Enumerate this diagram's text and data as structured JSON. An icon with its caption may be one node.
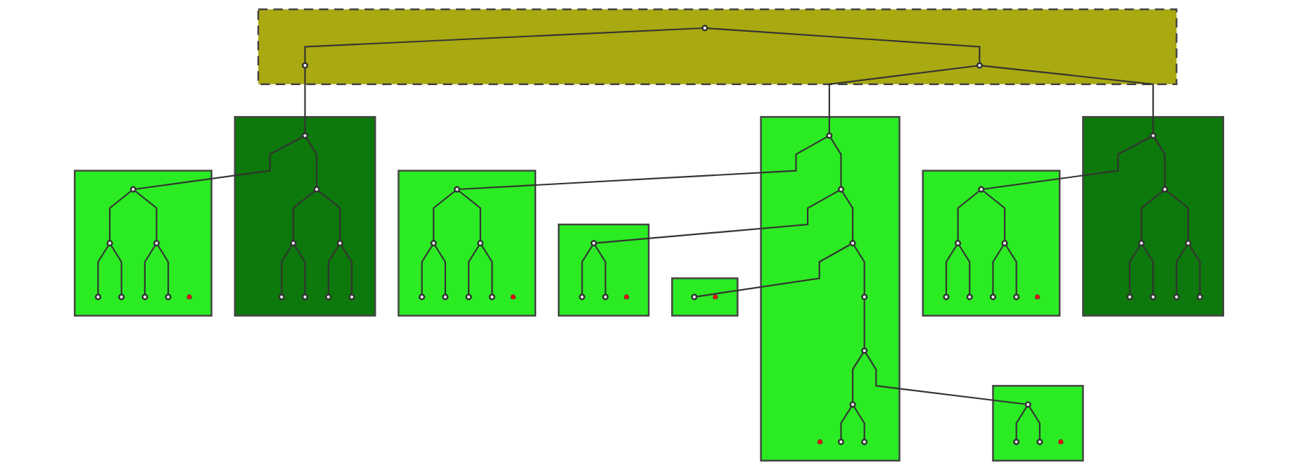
{
  "diagram": {
    "nodes": [
      {
        "text": [],
        "shape": "box"
      },
      {
        "text": [],
        "shape": "circle",
        "in": 0
      },
      {
        "text": [],
        "shape": "circle",
        "in": 0
      },
      {
        "text": [],
        "shape": "circle",
        "in": 0
      },
      {
        "text": [],
        "shape": "box"
      },
      {
        "text": [],
        "shape": "circle",
        "in": 4
      },
      {
        "text": [],
        "shape": "circle",
        "in": 4
      },
      {
        "text": [],
        "shape": "circle",
        "in": 4
      },
      {
        "text": [],
        "shape": "circle",
        "in": 4
      },
      {
        "text": [],
        "shape": "circle",
        "in": 4
      },
      {
        "text": [],
        "shape": "circle",
        "in": 4
      },
      {
        "text": [],
        "shape": "circle",
        "in": 4
      },
      {
        "text": [],
        "shape": "circle",
        "in": 4
      },
      {
        "text": [],
        "shape": "box"
      },
      {
        "text": [],
        "shape": "circle",
        "in": 13
      },
      {
        "text": [],
        "shape": "circle",
        "in": 13
      },
      {
        "text": [],
        "shape": "circle",
        "in": 13
      },
      {
        "text": [],
        "shape": "circle",
        "in": 13
      },
      {
        "text": [],
        "shape": "circle",
        "in": 13
      },
      {
        "text": [],
        "shape": "circle",
        "in": 13
      },
      {
        "text": [],
        "shape": "circle",
        "in": 13
      },
      {
        "text": [],
        "shape": "circle",
        "in": 13
      },
      {
        "text": [],
        "shape": "box"
      },
      {
        "text": [],
        "shape": "circle",
        "in": 22
      },
      {
        "text": [],
        "shape": "circle",
        "in": 22
      },
      {
        "text": [],
        "shape": "circle",
        "in": 22
      },
      {
        "text": [],
        "shape": "circle",
        "in": 22
      },
      {
        "text": [],
        "shape": "circle",
        "in": 22
      },
      {
        "text": [],
        "shape": "circle",
        "in": 22
      },
      {
        "text": [],
        "shape": "circle",
        "in": 22
      },
      {
        "text": [],
        "shape": "circle",
        "in": 22
      },
      {
        "text": [],
        "shape": "circle",
        "in": 22
      },
      {
        "text": [],
        "shape": "box"
      },
      {
        "text": [],
        "shape": "circle",
        "in": 32
      },
      {
        "text": [],
        "shape": "circle",
        "in": 32
      },
      {
        "text": [],
        "shape": "box"
      },
      {
        "text": [],
        "shape": "circle",
        "in": 35
      },
      {
        "text": [],
        "shape": "circle",
        "in": 35
      },
      {
        "text": [],
        "shape": "circle",
        "in": 35
      },
      {
        "text": [],
        "shape": "circle",
        "in": 35
      },
      {
        "text": [],
        "shape": "box"
      },
      {
        "text": [],
        "shape": "circle",
        "in": 40
      },
      {
        "text": [],
        "shape": "circle",
        "in": 40
      },
      {
        "text": [],
        "shape": "circle",
        "in": 40
      },
      {
        "text": [],
        "shape": "circle",
        "in": 40
      },
      {
        "text": [],
        "shape": "box"
      },
      {
        "text": [],
        "shape": "circle",
        "in": 45
      },
      {
        "text": [],
        "shape": "circle",
        "in": 45
      },
      {
        "text": [],
        "shape": "circle",
        "in": 45
      },
      {
        "text": [],
        "shape": "circle",
        "in": 45
      },
      {
        "text": [],
        "shape": "circle",
        "in": 45
      },
      {
        "text": [],
        "shape": "circle",
        "in": 45
      },
      {
        "text": [],
        "shape": "circle",
        "in": 45
      },
      {
        "text": [],
        "shape": "circle",
        "in": 45
      },
      {
        "text": [],
        "shape": "box"
      },
      {
        "text": [],
        "shape": "circle",
        "in": 54
      },
      {
        "text": [],
        "shape": "circle",
        "in": 54
      },
      {
        "text": [],
        "shape": "circle",
        "in": 54
      },
      {
        "text": [],
        "shape": "circle",
        "in": 54
      },
      {
        "text": [],
        "shape": "circle",
        "in": 54
      },
      {
        "text": [],
        "shape": "circle",
        "in": 54
      },
      {
        "text": [],
        "shape": "circle",
        "in": 54
      },
      {
        "text": [],
        "shape": "circle",
        "in": 54
      },
      {
        "text": [],
        "shape": "box"
      },
      {
        "text": [],
        "shape": "circle",
        "in": 63
      },
      {
        "text": [],
        "shape": "circle",
        "in": 63
      },
      {
        "text": [],
        "shape": "circle",
        "in": 63
      },
      {
        "text": [],
        "shape": "circle",
        "in": 63
      },
      {
        "text": [],
        "shape": "circle",
        "in": 63
      },
      {
        "text": [],
        "shape": "circle",
        "in": 63
      },
      {
        "text": [],
        "shape": "circle",
        "in": 63
      },
      {
        "text": [],
        "shape": "circle",
        "in": 63
      }
    ],
    "edges": [
      {
        "from": 1,
        "to": 2,
        "arrow": "none"
      },
      {
        "from": 1,
        "to": 3,
        "arrow": "none"
      },
      {
        "from": 2,
        "to": 5,
        "arrow": "none"
      },
      {
        "from": 2,
        "to": 23,
        "arrow": "none"
      },
      {
        "from": 3,
        "to": 55,
        "arrow": "none"
      },
      {
        "from": 5,
        "to": 6,
        "arrow": "none"
      },
      {
        "from": 5,
        "to": 14,
        "arrow": "none"
      },
      {
        "from": 6,
        "to": 7,
        "arrow": "none"
      },
      {
        "from": 6,
        "to": 8,
        "arrow": "none"
      },
      {
        "from": 7,
        "to": 9,
        "arrow": "none"
      },
      {
        "from": 7,
        "to": 10,
        "arrow": "none"
      },
      {
        "from": 8,
        "to": 11,
        "arrow": "none"
      },
      {
        "from": 8,
        "to": 12,
        "arrow": "none"
      },
      {
        "from": 14,
        "to": 15,
        "arrow": "none"
      },
      {
        "from": 14,
        "to": 16,
        "arrow": "none"
      },
      {
        "from": 15,
        "to": 17,
        "arrow": "none"
      },
      {
        "from": 15,
        "to": 18,
        "arrow": "none"
      },
      {
        "from": 16,
        "to": 19,
        "arrow": "none"
      },
      {
        "from": 16,
        "to": 20,
        "arrow": "none"
      },
      {
        "from": 23,
        "to": 24,
        "arrow": "none"
      },
      {
        "from": 23,
        "to": 46,
        "arrow": "none"
      },
      {
        "from": 24,
        "to": 25,
        "arrow": "none"
      },
      {
        "from": 24,
        "to": 36,
        "arrow": "none"
      },
      {
        "from": 25,
        "to": 26,
        "arrow": "none"
      },
      {
        "from": 25,
        "to": 33,
        "arrow": "none"
      },
      {
        "from": 26,
        "to": 27,
        "arrow": "none"
      },
      {
        "from": 27,
        "to": 28,
        "arrow": "none"
      },
      {
        "from": 27,
        "to": 41,
        "arrow": "none"
      },
      {
        "from": 28,
        "to": 30,
        "arrow": "none"
      },
      {
        "from": 28,
        "to": 31,
        "arrow": "none"
      },
      {
        "from": 41,
        "to": 42,
        "arrow": "none"
      },
      {
        "from": 41,
        "to": 43,
        "arrow": "none"
      },
      {
        "from": 36,
        "to": 37,
        "arrow": "none"
      },
      {
        "from": 36,
        "to": 38,
        "arrow": "none"
      },
      {
        "from": 46,
        "to": 47,
        "arrow": "none"
      },
      {
        "from": 46,
        "to": 48,
        "arrow": "none"
      },
      {
        "from": 47,
        "to": 49,
        "arrow": "none"
      },
      {
        "from": 47,
        "to": 50,
        "arrow": "none"
      },
      {
        "from": 48,
        "to": 51,
        "arrow": "none"
      },
      {
        "from": 48,
        "to": 52,
        "arrow": "none"
      },
      {
        "from": 55,
        "to": 56,
        "arrow": "none"
      },
      {
        "from": 55,
        "to": 64,
        "arrow": "none"
      },
      {
        "from": 56,
        "to": 57,
        "arrow": "none"
      },
      {
        "from": 56,
        "to": 58,
        "arrow": "none"
      },
      {
        "from": 57,
        "to": 59,
        "arrow": "none"
      },
      {
        "from": 57,
        "to": 60,
        "arrow": "none"
      },
      {
        "from": 58,
        "to": 61,
        "arrow": "none"
      },
      {
        "from": 58,
        "to": 62,
        "arrow": "none"
      },
      {
        "from": 64,
        "to": 65,
        "arrow": "none"
      },
      {
        "from": 64,
        "to": 66,
        "arrow": "none"
      },
      {
        "from": 65,
        "to": 67,
        "arrow": "none"
      },
      {
        "from": 65,
        "to": 68,
        "arrow": "none"
      },
      {
        "from": 66,
        "to": 69,
        "arrow": "none"
      },
      {
        "from": 66,
        "to": 70,
        "arrow": "none"
      }
    ]
  }
}
